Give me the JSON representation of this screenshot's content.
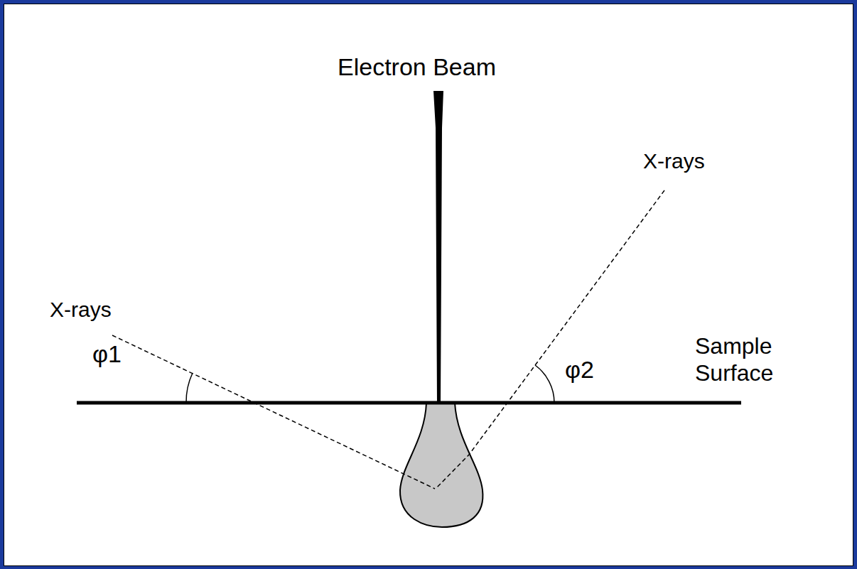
{
  "diagram": {
    "labels": [
      "Electron Beam",
      "X-rays",
      "X-rays",
      "φ1",
      "φ2",
      "Sample Surface"
    ]
  }
}
